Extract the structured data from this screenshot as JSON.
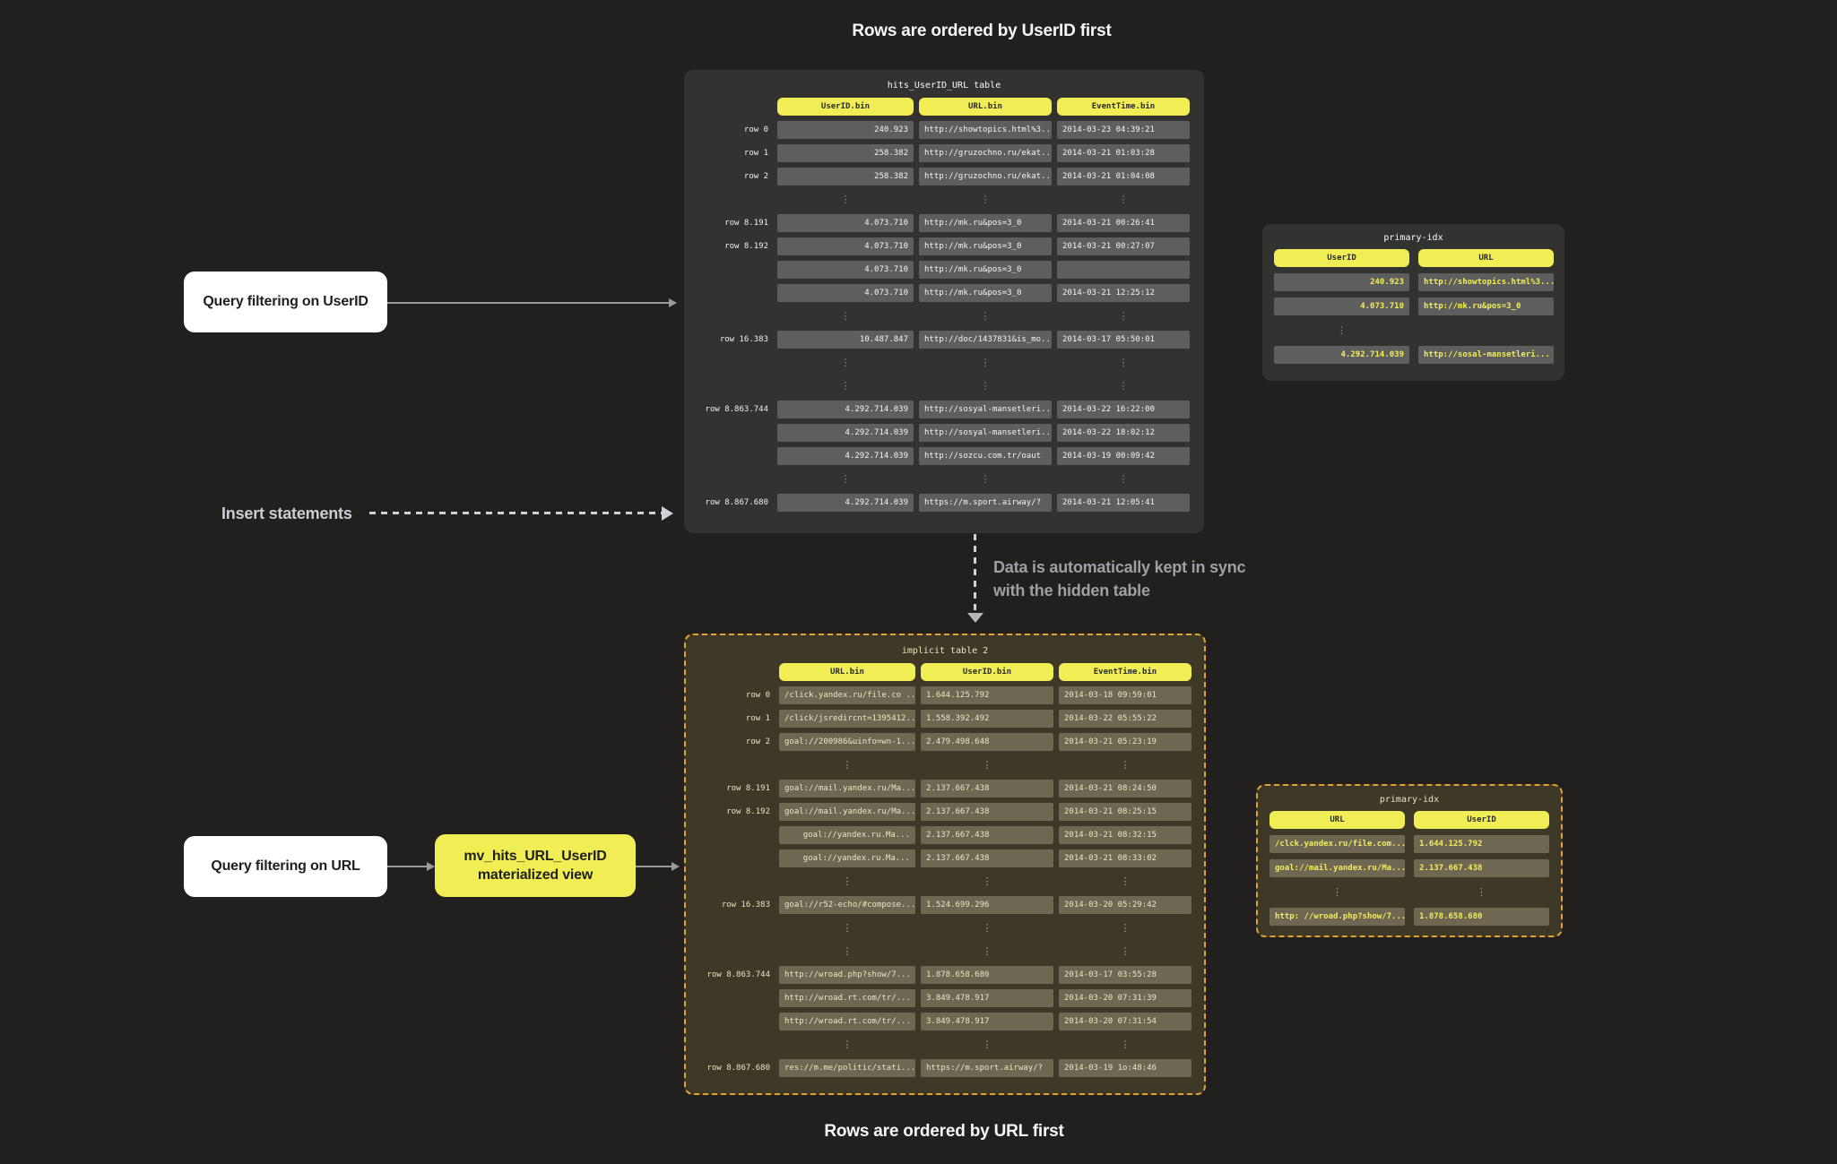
{
  "colors": {
    "background": "#21201e",
    "accent_yellow": "#f1ee55",
    "amber_dashed_border": "#dfa233",
    "panel_dark": "#323230",
    "panel_olive": "#3e3827",
    "cell_gray": "#5e5e5e",
    "cell_olive": "#6e6853",
    "arrow_gray": "#9b9b9b",
    "dashed_arrow_gray": "#d2d2d6",
    "title_white": "#f7f7f7",
    "sync_text_gray": "#9fa0a3"
  },
  "titles": {
    "top": "Rows are ordered by UserID first",
    "bottom": "Rows are ordered by URL first"
  },
  "callouts": {
    "query_userid": "Query filtering on UserID",
    "insert_statements": "Insert statements",
    "sync_line1": "Data is automatically kept in sync",
    "sync_line2": "with the hidden table",
    "query_url": "Query filtering on URL",
    "mv_line1": "mv_hits_URL_UserID",
    "mv_line2": "materialized view"
  },
  "table1": {
    "title": "hits_UserID_URL table",
    "columns": [
      "UserID.bin",
      "URL.bin",
      "EventTime.bin"
    ],
    "align": [
      "al-right",
      "al-left",
      "al-left"
    ],
    "labels": true,
    "rows": [
      {
        "label": "row 0",
        "cells": [
          "240.923",
          "http://showtopics.html%3...",
          "2014-03-23 04:39:21"
        ]
      },
      {
        "label": "row 1",
        "cells": [
          "258.382",
          "http://gruzochno.ru/ekat...",
          "2014-03-21 01:03:28"
        ]
      },
      {
        "label": "row 2",
        "cells": [
          "258.382",
          "http://gruzochno.ru/ekat...",
          "2014-03-21 01:04:08"
        ]
      },
      {
        "ellipsis": true,
        "cells": [
          "⋮",
          "⋮",
          "⋮"
        ]
      },
      {
        "label": "row 8.191",
        "cells": [
          "4.073.710",
          "http://mk.ru&pos=3_0",
          "2014-03-21 00:26:41"
        ]
      },
      {
        "label": "row 8.192",
        "cells": [
          "4.073.710",
          "http://mk.ru&pos=3_0",
          "2014-03-21 00:27:07"
        ]
      },
      {
        "label": "",
        "cells": [
          "4.073.710",
          "http://mk.ru&pos=3_0",
          ""
        ]
      },
      {
        "label": "",
        "cells": [
          "4.073.710",
          "http://mk.ru&pos=3_0",
          "2014-03-21 12:25:12"
        ]
      },
      {
        "ellipsis": true,
        "cells": [
          "⋮",
          "⋮",
          "⋮"
        ]
      },
      {
        "label": "row 16.383",
        "cells": [
          "10.487.847",
          "http://doc/1437831&is_mo...",
          "2014-03-17 05:50:01"
        ]
      },
      {
        "ellipsis": true,
        "cells": [
          "⋮",
          "⋮",
          "⋮"
        ]
      },
      {
        "ellipsis": true,
        "cells": [
          "⋮",
          "⋮",
          "⋮"
        ]
      },
      {
        "label": "row 8.863.744",
        "cells": [
          "4.292.714.039",
          "http://sosyal-mansetleri...",
          "2014-03-22 16:22:00"
        ]
      },
      {
        "label": "",
        "cells": [
          "4.292.714.039",
          "http://sosyal-mansetleri...",
          "2014-03-22 18:02:12"
        ]
      },
      {
        "label": "",
        "cells": [
          "4.292.714.039",
          "http://sozcu.com.tr/oaut",
          "2014-03-19 00:09:42"
        ]
      },
      {
        "ellipsis": true,
        "cells": [
          "⋮",
          "⋮",
          "⋮"
        ]
      },
      {
        "label": "row 8.867.680",
        "cells": [
          "4.292.714.039",
          "https://m.sport.airway/?",
          "2014-03-21 12:05:41"
        ]
      }
    ]
  },
  "idx1": {
    "title": "primary-idx",
    "columns": [
      "UserID",
      "URL"
    ],
    "align": [
      "al-right",
      "al-left"
    ],
    "labels": false,
    "rows": [
      {
        "cells": [
          "240.923",
          "http://showtopics.html%3..."
        ]
      },
      {
        "cells": [
          "4.073.710",
          "http://mk.ru&pos=3_0"
        ]
      },
      {
        "ellipsis": true,
        "cells": [
          "⋮",
          ""
        ]
      },
      {
        "cells": [
          "4.292.714.039",
          "http://sosal-mansetleri..."
        ]
      }
    ]
  },
  "table2": {
    "title": "implicit table 2",
    "columns": [
      "URL.bin",
      "UserID.bin",
      "EventTime.bin"
    ],
    "align": [
      "al-right",
      "al-left",
      "al-left"
    ],
    "labels": true,
    "rows": [
      {
        "label": "row 0",
        "cells": [
          "/click.yandex.ru/file.co ...",
          "1.644.125.792",
          "2014-03-18 09:59:01"
        ]
      },
      {
        "label": "row 1",
        "cells": [
          "/click/jsredircnt=1395412...",
          "1.558.392.492",
          "2014-03-22 05:55:22"
        ]
      },
      {
        "label": "row 2",
        "cells": [
          "goal://200986&uinfo=wn-1...",
          "2.479.498.648",
          "2014-03-21 05:23:19"
        ]
      },
      {
        "ellipsis": true,
        "cells": [
          "⋮",
          "⋮",
          "⋮"
        ]
      },
      {
        "label": "row 8.191",
        "cells": [
          "goal://mail.yandex.ru/Ma...",
          "2.137.667.438",
          "2014-03-21 08:24:50"
        ]
      },
      {
        "label": "row 8.192",
        "cells": [
          "goal://mail.yandex.ru/Ma...",
          "2.137.667.438",
          "2014-03-21 08:25:15"
        ]
      },
      {
        "label": "",
        "cells": [
          "goal://yandex.ru.Ma...",
          "2.137.667.438",
          "2014-03-21 08:32:15"
        ]
      },
      {
        "label": "",
        "cells": [
          "goal://yandex.ru.Ma...",
          "2.137.667.438",
          "2014-03-21 08:33:02"
        ]
      },
      {
        "ellipsis": true,
        "cells": [
          "⋮",
          "⋮",
          "⋮"
        ]
      },
      {
        "label": "row 16.383",
        "cells": [
          "goal://r52-echo/#compose...",
          "1.524.699.296",
          "2014-03-20 05:29:42"
        ]
      },
      {
        "ellipsis": true,
        "cells": [
          "⋮",
          "⋮",
          "⋮"
        ]
      },
      {
        "ellipsis": true,
        "cells": [
          "⋮",
          "⋮",
          "⋮"
        ]
      },
      {
        "label": "row 8.863.744",
        "cells": [
          "http://wroad.php?show/7...",
          "1.878.658.680",
          "2014-03-17 03:55:28"
        ]
      },
      {
        "label": "",
        "cells": [
          "http://wroad.rt.com/tr/...",
          "3.849.478.917",
          "2014-03-20 07:31:39"
        ]
      },
      {
        "label": "",
        "cells": [
          "http://wroad.rt.com/tr/...",
          "3.849.478.917",
          "2014-03-20 07:31:54"
        ]
      },
      {
        "ellipsis": true,
        "cells": [
          "⋮",
          "⋮",
          "⋮"
        ]
      },
      {
        "label": "row 8.867.680",
        "cells": [
          "res://m.me/politic/stati...",
          "https://m.sport.airway/?",
          "2014-03-19 1o:48:46"
        ]
      }
    ]
  },
  "idx2": {
    "title": "primary-idx",
    "columns": [
      "URL",
      "UserID"
    ],
    "align": [
      "al-right",
      "al-left"
    ],
    "labels": false,
    "rows": [
      {
        "cells": [
          "/clck.yandex.ru/file.com...",
          "1.644.125.792"
        ]
      },
      {
        "cells": [
          "goal://mail.yandex.ru/Ma...",
          "2.137.667.438"
        ]
      },
      {
        "ellipsis": true,
        "cells": [
          "⋮",
          "⋮"
        ]
      },
      {
        "cells": [
          "http: //wroad.php?show/7...",
          "1.878.658.680"
        ]
      }
    ]
  }
}
